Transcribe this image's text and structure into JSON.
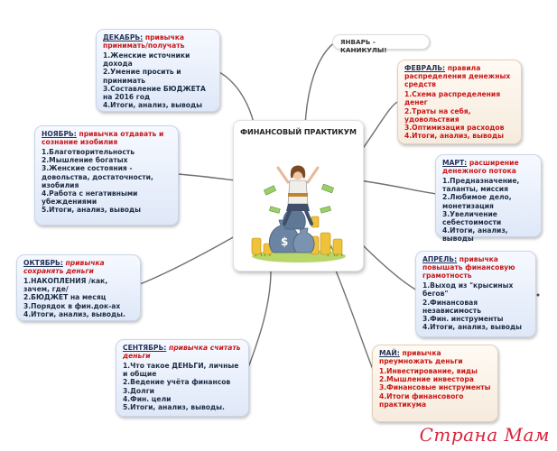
{
  "colors": {
    "link": "#707070",
    "month": "#23335a",
    "habit": "#c81818",
    "item": "#1d2d44"
  },
  "center": {
    "title": "ФИНАНСОВЫЙ ПРАКТИКУМ",
    "illustration": "woman-sitting-on-money-bags-illustration"
  },
  "january": {
    "label": "ЯНВАРЬ - КАНИКУЛЫ!"
  },
  "december": {
    "month": "ДЕКАБРЬ:",
    "habit": " привычка принимать/получать",
    "items": [
      "1.Женские источники дохода",
      "2.Умение просить и принимать",
      "3.Составление БЮДЖЕТА на 2016 год",
      "4.Итоги, анализ, выводы"
    ]
  },
  "november": {
    "month": "НОЯБРЬ:",
    "habit": "  привычка отдавать и  сознание изобилия",
    "items": [
      "1.Благотворительность",
      "2.Мышление богатых",
      "3.Женские состояния - довольства, достаточности, изобилия",
      "4.Работа с негативными убеждениями",
      "5.Итоги, анализ, выводы"
    ]
  },
  "october": {
    "month": "ОКТЯБРЬ:",
    "habit": "  привычка сохранять деньги",
    "items": [
      "1.НАКОПЛЕНИЯ /как, зачем, где/",
      "2.БЮДЖЕТ на месяц",
      "3.Порядок в фин.док-ах",
      "4.Итоги, анализ, выводы."
    ]
  },
  "september": {
    "month": "СЕНТЯБРЬ:",
    "habit": " привычка считать деньги",
    "items": [
      "1.Что такое ДЕНЬГИ, личные и общие",
      "2.Ведение учёта финансов",
      "3.Долги",
      "4.Фин. цели",
      "5.Итоги, анализ, выводы."
    ]
  },
  "february": {
    "month": "ФЕВРАЛЬ:",
    "habit": " правила распределения денежных средств",
    "items": [
      "1.Схема распределения денег",
      "2.Траты на себя, удовольствия",
      "3.Оптимизация расходов",
      "4.Итоги, анализ, выводы"
    ]
  },
  "march": {
    "month": "МАРТ:",
    "habit": " расширение денежного потока",
    "items": [
      "1.Предназначение, таланты, миссия",
      "2.Любимое дело, монетизация",
      "3.Увеличение себестоимости",
      "4.Итоги, анализ, выводы"
    ]
  },
  "april": {
    "month": "АПРЕЛЬ:",
    "habit": " привычка повышать финансовую грамотность",
    "items": [
      "1.Выход из \"крысиных бегов\"",
      "2.Финансовая независимость",
      "3.Фин. инструменты",
      "4.Итоги, анализ, выводы"
    ]
  },
  "may": {
    "month": "МАЙ:",
    "habit": " привычка преумножать деньги",
    "items": [
      "1.Инвестирование, виды",
      "2.Мышление инвестора",
      "3.Финансовые инструменты",
      "4.Итоги финансового практикума"
    ]
  },
  "watermark": "Страна Мам"
}
